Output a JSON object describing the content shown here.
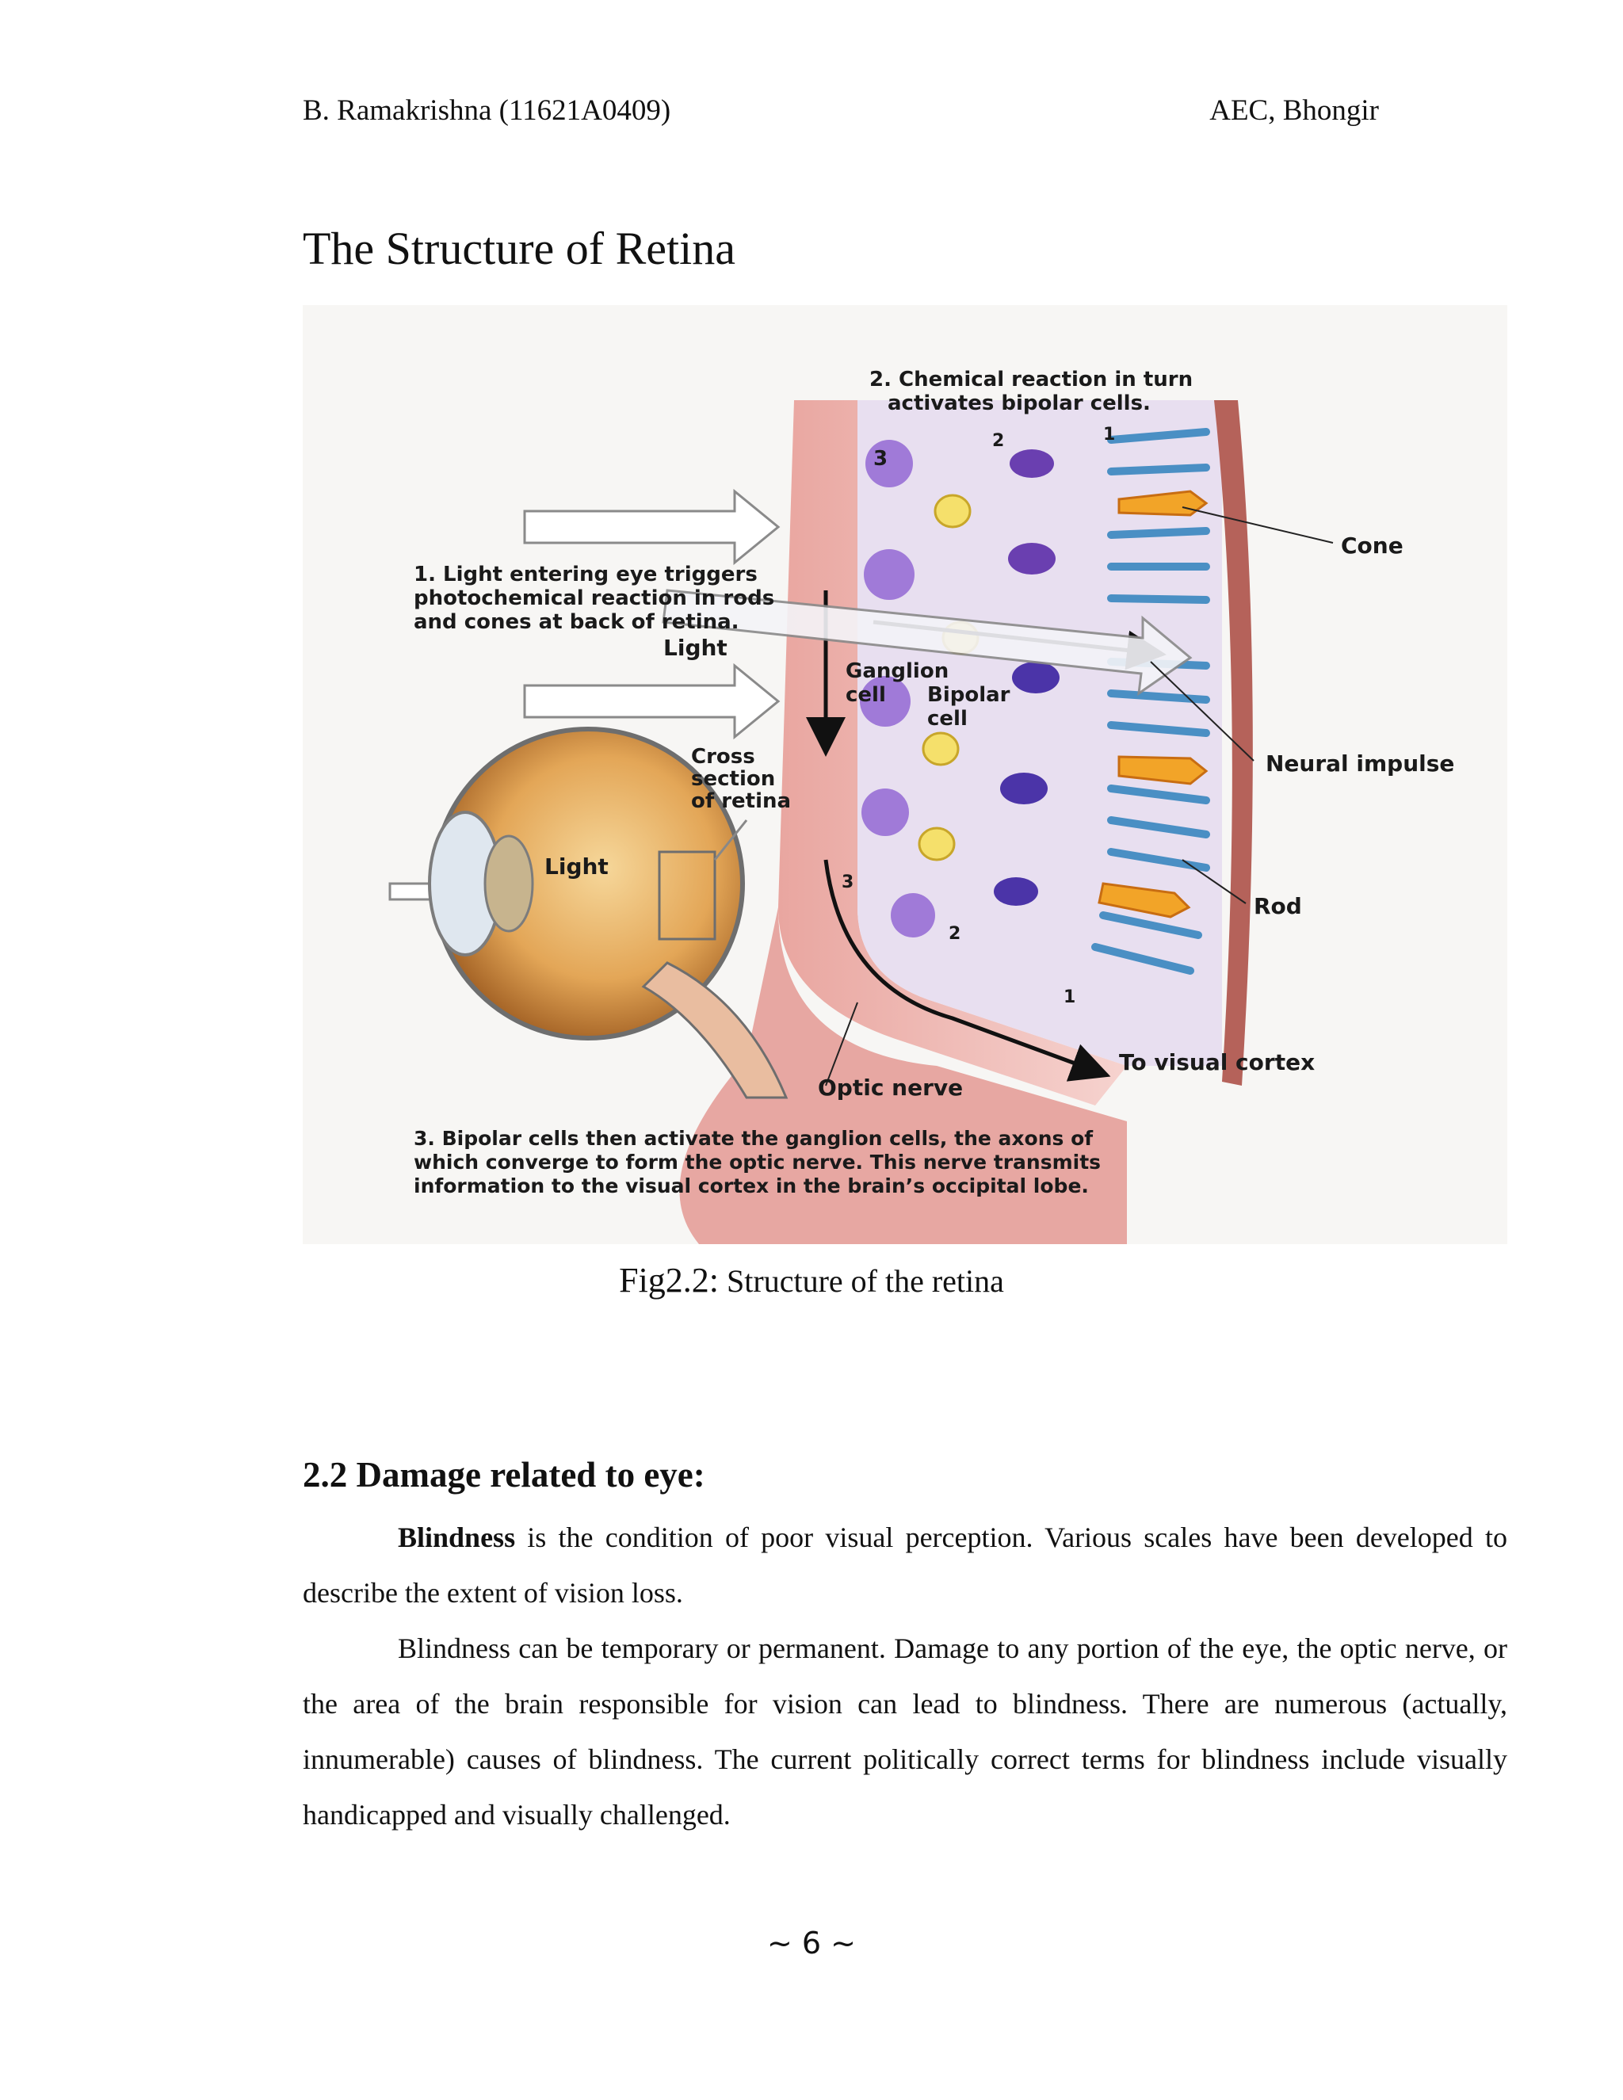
{
  "header": {
    "left": "B. Ramakrishna  (11621A0409)",
    "right": "AEC, Bhongir"
  },
  "title": "The Structure of Retina",
  "figure": {
    "labels": {
      "step2_line1": "2. Chemical reaction in turn",
      "step2_line2": "activates bipolar cells.",
      "step1_line1": "1. Light entering eye triggers",
      "step1_line2": "photochemical reaction in rods",
      "step1_line3": "and cones at back of retina.",
      "light_top": "Light",
      "light_eye": "Light",
      "ganglion_line1": "Ganglion",
      "ganglion_line2": "cell",
      "bipolar_line1": "Bipolar",
      "bipolar_line2": "cell",
      "cross_line1": "Cross",
      "cross_line2": "section",
      "cross_line3": "of retina",
      "cone": "Cone",
      "neural_impulse": "Neural impulse",
      "rod": "Rod",
      "optic_nerve": "Optic nerve",
      "visual_cortex": "To visual cortex",
      "num_1": "1",
      "num_2": "2",
      "num_3": "3",
      "num_1b": "1",
      "num_2b": "2",
      "num_3b": "3",
      "step3_line1": "3. Bipolar cells then activate the ganglion cells, the axons of",
      "step3_line2": "which converge to form the optic nerve. This nerve transmits",
      "step3_line3": "information to the visual cortex in the brain’s occipital lobe."
    }
  },
  "caption": {
    "prefix": "Fig2.2:",
    "text": " Structure  of the  retina"
  },
  "section": {
    "heading": "2.2 Damage related to eye:",
    "para1_bold": "Blindness",
    "para1_rest": " is the condition  of poor visual  perception.  Various  scales have been developed to describe  the extent  of vision  loss.",
    "para2": "Blindness  can be temporary  or permanent.  Damage  to any  portion  of the eye, the optic nerve,  or the area of the brain  responsible  for vision  can lead to blindness.  There are numerous (actually,  innumerable)  causes of blindness.  The current politically  correct terms for blindness include  visually  handicapped  and visually  challenged."
  },
  "page_number": "~ 6 ~"
}
